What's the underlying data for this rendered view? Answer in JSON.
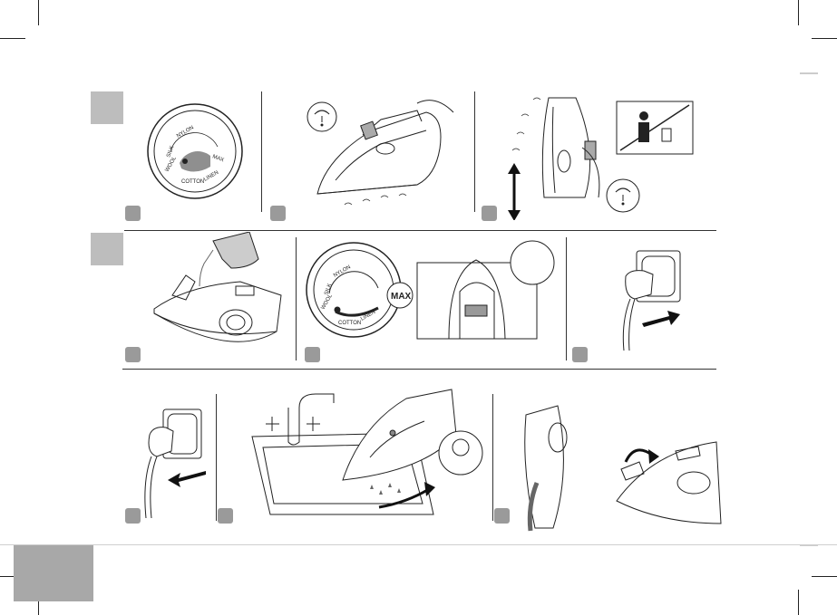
{
  "dial": {
    "wool": "WOOL",
    "cotton": "COTTON",
    "linen": "LINEN",
    "silk": "SILK",
    "nylon": "NYLON",
    "max": "MAX"
  },
  "colors": {
    "section_block": "#bdbdbd",
    "step_badge": "#9a9a9a",
    "footer_block": "#a8a8a8",
    "line": "#333333"
  },
  "icons": [
    "steam-icon",
    "no-person-icon",
    "plug-in-icon",
    "unplug-icon",
    "water-tap-icon",
    "rotate-arrow-icon"
  ]
}
